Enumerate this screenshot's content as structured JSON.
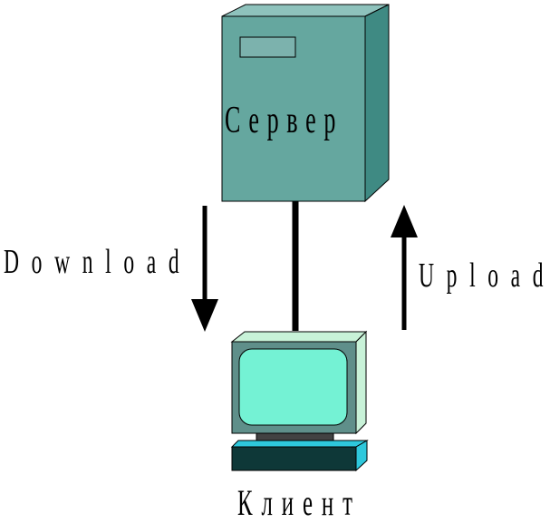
{
  "labels": {
    "server": "Сервер",
    "client": "Клиент",
    "download": "Download",
    "upload": "Upload"
  },
  "icons": {
    "server": "server-tower-icon",
    "client": "computer-monitor-icon",
    "download": "arrow-down-icon",
    "upload": "arrow-up-icon"
  },
  "colors": {
    "server_front": "#65a79f",
    "server_side": "#3f8a83",
    "server_top": "#8ec2bc",
    "server_slot": "#7cb2ad",
    "monitor_case": "#5f8f8a",
    "monitor_side": "#c8f2d8",
    "screen": "#74f2d4",
    "neck": "#424242",
    "keyboard_top": "#2ec8dc",
    "keyboard": "#0e3838",
    "line": "#000000"
  }
}
